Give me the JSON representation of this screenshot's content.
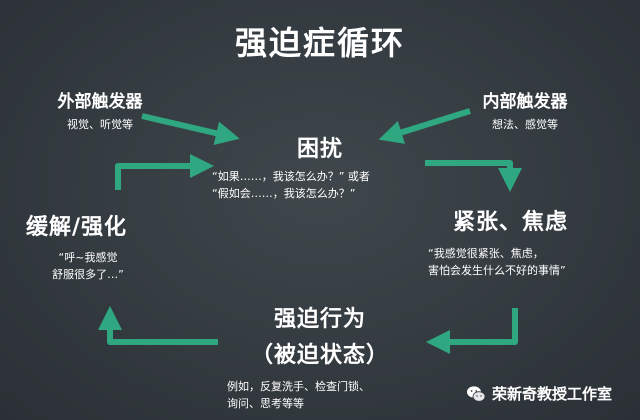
{
  "title": "强迫症循环",
  "external_trigger": {
    "label": "外部触发器",
    "examples": "视觉、听觉等"
  },
  "internal_trigger": {
    "label": "内部触发器",
    "examples": "想法、感觉等"
  },
  "distress": {
    "label": "困扰",
    "quote_line1": "“如果……，我该怎么办？” 或者",
    "quote_line2": "“假如会……，我该怎么办？”"
  },
  "anxiety": {
    "label": "紧张、焦虑",
    "quote_line1": "“我感觉很紧张、焦虑，",
    "quote_line2": "害怕会发生什么不好的事情”"
  },
  "compulsion": {
    "label_line1": "强迫行为",
    "label_line2": "（被迫状态）",
    "examples_line1": "例如，反复洗手、检查门锁、",
    "examples_line2": "询问、思考等等"
  },
  "relief": {
    "label": "缓解/强化",
    "quote_line1": "“呼~我感觉",
    "quote_line2": "舒服很多了…”"
  },
  "watermark": {
    "text": "荣新奇教授工作室",
    "icon": "wechat-icon"
  },
  "colors": {
    "background": "#343b40",
    "arrow": "#2fa882",
    "text": "#ffffff"
  }
}
